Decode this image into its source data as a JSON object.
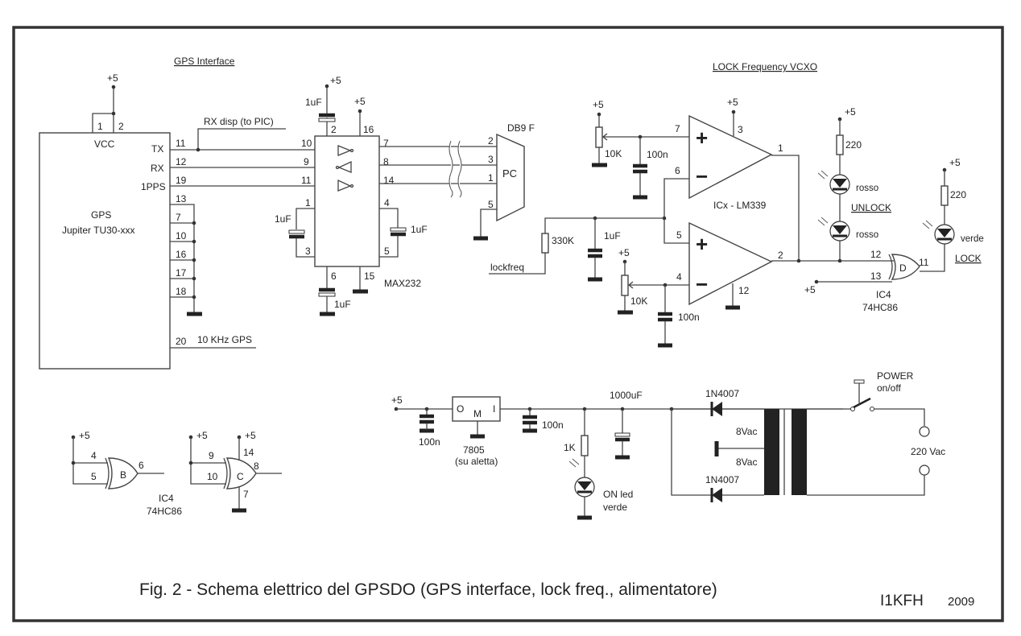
{
  "figure": {
    "caption": "Fig. 2 - Schema elettrico del GPSDO (GPS interface, lock freq., alimentatore)",
    "author": "I1KFH",
    "year": "2009"
  },
  "sections": {
    "gps_interface": "GPS Interface",
    "lock_vcxo": "LOCK Frequency VCXO"
  },
  "supply": "+5",
  "gps": {
    "name": "GPS",
    "model": "Jupiter TU30-xxx",
    "vcc": "VCC",
    "vcc_pins": [
      "1",
      "2"
    ],
    "signals": [
      {
        "label": "TX",
        "pin": "11"
      },
      {
        "label": "RX",
        "pin": "12"
      },
      {
        "label": "1PPS",
        "pin": "19"
      }
    ],
    "ground_pins": [
      "13",
      "7",
      "10",
      "16",
      "17",
      "18"
    ],
    "out_pin": "20",
    "out_label": "10 KHz GPS",
    "rx_disp_label": "RX disp (to PIC)"
  },
  "max232": {
    "name": "MAX232",
    "left_pins": [
      "10",
      "9",
      "11"
    ],
    "right_pins": [
      "7",
      "8",
      "14"
    ],
    "top_pins": [
      "2",
      "16"
    ],
    "cap_pins_left": [
      "1",
      "3"
    ],
    "cap_pins_right": [
      "4",
      "5"
    ],
    "bottom_pins": [
      "6",
      "15"
    ],
    "cap_value": "1uF"
  },
  "db9": {
    "name": "DB9 F",
    "label": "PC",
    "pins": [
      "2",
      "3",
      "1",
      "5"
    ]
  },
  "comparator": {
    "name": "ICx - LM339",
    "plus": "+",
    "minus": "−",
    "a_pins": {
      "plus": "7",
      "minus": "6",
      "out": "1",
      "vcc": "3"
    },
    "b_pins": {
      "plus": "5",
      "minus": "4",
      "out": "2",
      "gnd": "12"
    },
    "pot": "10K",
    "cap": "100n",
    "input_res": "330K",
    "input_cap": "1uF",
    "input_label": "lockfreq"
  },
  "leds": {
    "res": "220",
    "red": "rosso",
    "green": "verde",
    "unlock": "UNLOCK",
    "lock": "LOCK"
  },
  "xor": {
    "ic": "IC4",
    "part": "74HC86",
    "gate_d": {
      "label": "D",
      "in": [
        "12",
        "13"
      ],
      "out": "11"
    },
    "gate_b": {
      "label": "B",
      "in": [
        "4",
        "5"
      ],
      "out": "6"
    },
    "gate_c": {
      "label": "C",
      "in": [
        "9",
        "10"
      ],
      "out": "8",
      "vcc": "14",
      "gnd": "7"
    }
  },
  "psu": {
    "regulator": "7805",
    "regulator_note": "(su aletta)",
    "reg_pins": [
      "O",
      "M",
      "I"
    ],
    "cap_in": "100n",
    "cap_out": "100n",
    "bulk_cap": "1000uF",
    "led_res": "1K",
    "led_label_1": "ON led",
    "led_label_2": "verde",
    "diode": "1N4007",
    "secondary": "8Vac",
    "mains": "220 Vac",
    "switch_1": "POWER",
    "switch_2": "on/off"
  }
}
